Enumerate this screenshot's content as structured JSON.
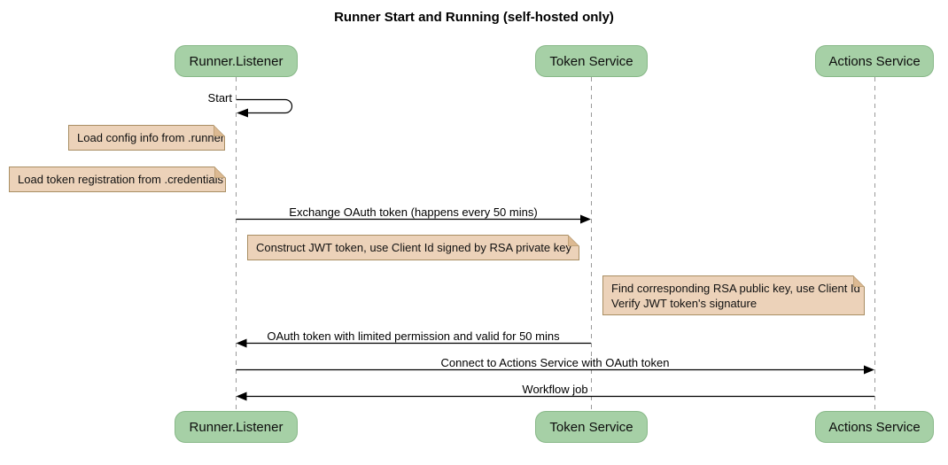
{
  "title": "Runner Start and Running (self-hosted only)",
  "participants": [
    {
      "name": "Runner.Listener"
    },
    {
      "name": "Token Service"
    },
    {
      "name": "Actions Service"
    }
  ],
  "messages": [
    {
      "label": "Start",
      "from": "Runner.Listener",
      "to": "Runner.Listener",
      "type": "self"
    },
    {
      "label": "Exchange OAuth token (happens every 50 mins)",
      "from": "Runner.Listener",
      "to": "Token Service",
      "type": "solid-arrow"
    },
    {
      "label": "OAuth token with limited permission and valid for 50 mins",
      "from": "Token Service",
      "to": "Runner.Listener",
      "type": "solid-arrow"
    },
    {
      "label": "Connect to Actions Service with OAuth token",
      "from": "Runner.Listener",
      "to": "Actions Service",
      "type": "solid-arrow"
    },
    {
      "label": "Workflow job",
      "from": "Actions Service",
      "to": "Runner.Listener",
      "type": "solid-arrow"
    }
  ],
  "notes": [
    {
      "lines": [
        "Load config info from .runner"
      ],
      "anchor": "Runner.Listener"
    },
    {
      "lines": [
        "Load token registration from .credentials"
      ],
      "anchor": "Runner.Listener"
    },
    {
      "lines": [
        "Construct JWT token, use Client Id signed by RSA private key"
      ],
      "anchor": "Runner.Listener"
    },
    {
      "lines": [
        "Find corresponding RSA public key, use Client Id",
        "Verify JWT token's signature"
      ],
      "anchor": "Actions Service"
    }
  ],
  "colors": {
    "participant_fill": "#a6d0a6",
    "participant_border": "#88b888",
    "note_fill": "#ecd2b9",
    "note_border": "#a98e63",
    "note_fold": "#dcb992",
    "lifeline": "#999999",
    "message": "#000000"
  }
}
